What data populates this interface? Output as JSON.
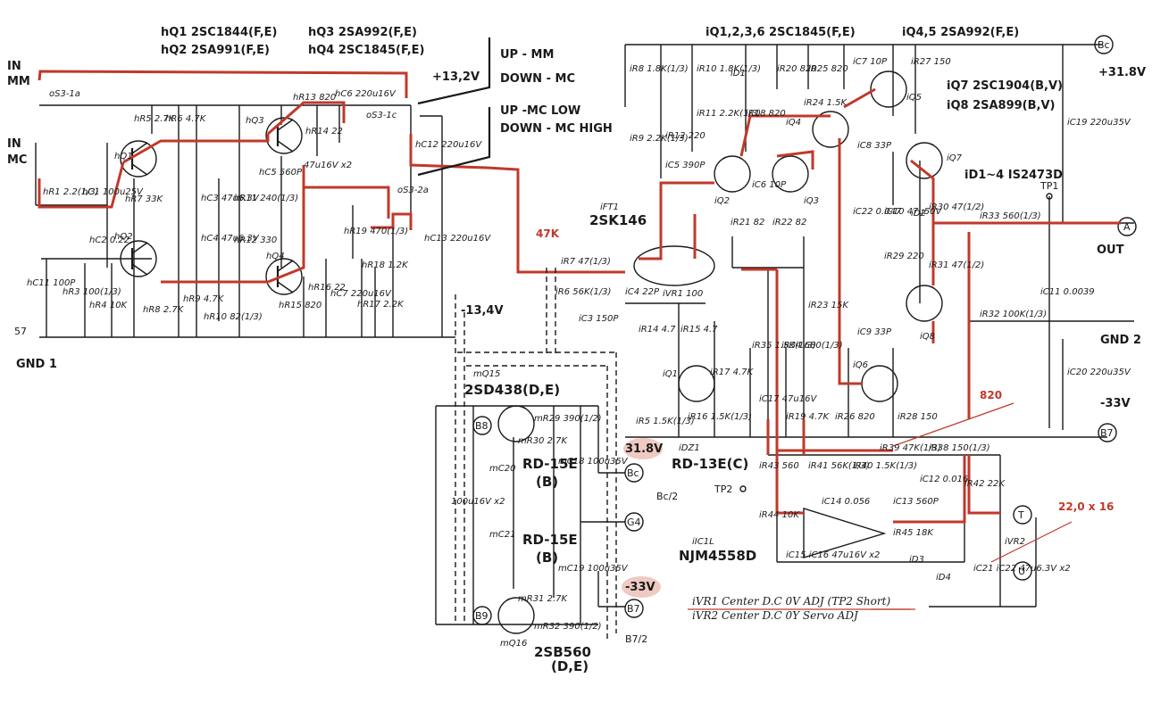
{
  "inputs": {
    "in_mm": "IN\nMM",
    "in_mm_1": "IN",
    "in_mm_2": "MM",
    "in_mc_1": "IN",
    "in_mc_2": "MC",
    "gnd1": "GND 1",
    "gnd_num": "57"
  },
  "switch_notes": {
    "line1": "UP - MM",
    "line2": "DOWN - MC",
    "line3": "UP -MC LOW",
    "line4": "DOWN - MC HIGH"
  },
  "header_left": {
    "q1": "hQ1 2SC1844(F,E)",
    "q2": "hQ2 2SA991(F,E)",
    "q3": "hQ3 2SA992(F,E)",
    "q4": "hQ4 2SC1845(F,E)"
  },
  "header_right": {
    "q1236": "iQ1,2,3,6 2SC1845(F,E)",
    "q45": "iQ4,5 2SA992(F,E)",
    "q7": "iQ7 2SC1904(B,V)",
    "q8": "iQ8 2SA899(B,V)",
    "d14": "iD1~4 IS2473D"
  },
  "rails": {
    "v_plus_13": "+13,2V",
    "v_minus_13": "-13,4V",
    "v_plus_31": "+31.8V",
    "v_minus_33": "-33V",
    "v_31_8": "31.8V",
    "v_33": "-33V"
  },
  "labels": {
    "out": "OUT",
    "gnd2": "GND 2",
    "fet": "iFT1",
    "fet_part": "2SK146",
    "res_47k": "47K",
    "res_820": "820",
    "cap_22x16": "22,0 x 16",
    "tp1": "TP1",
    "tp2": "TP2",
    "node_a": "A",
    "node_t": "T",
    "node_u": "U",
    "node_bc": "Bc",
    "node_b7": "B7",
    "node_b8": "B8",
    "node_b9": "B9",
    "node_g4": "G4",
    "node_bc2": "Bc/2",
    "node_b72": "B7/2"
  },
  "lower_left": {
    "mq15": "mQ15",
    "q15_part": "2SD438(D,E)",
    "mq16": "mQ16",
    "q16_part": "2SB560",
    "q16_grade": "(D,E)",
    "dz2": "RD-15E",
    "dz2_b": "(B)",
    "dz3": "RD-15E",
    "dz3_b": "(B)",
    "r29": "mR29 390(1/2)",
    "r30": "mR30 2.7K",
    "r31": "mR31 2.7K",
    "r32": "mR32 390(1/2)",
    "c18": "mC18 100u35V",
    "c19": "mC19 100u35V",
    "c20": "mC20",
    "c21": "mC21",
    "cap_pair": "100u16V x2"
  },
  "lower_right": {
    "dz1": "iDZ1",
    "dz1_part": "RD-13E(C)",
    "ic": "iIC1L",
    "ic_part": "NJM4558D",
    "vr1_note": "iVR1 Center D.C 0V ADJ (TP2 Short)",
    "vr2_note": "iVR2 Center D.C 0Y Servo ADJ"
  },
  "components": {
    "r1": "hR1 2.2(1/3)",
    "c1": "hC1 100u25V",
    "c2": "hC2 0.22",
    "c11": "hC11 100P",
    "r3": "hR3 100(1/3)",
    "r4": "hR4 10K",
    "r5": "hR5 2.7K",
    "r6": "hR6 4.7K",
    "r7": "hR7 33K",
    "r8": "hR8 2.7K",
    "r9": "hR9 4.7K",
    "r10": "hR10 82(1/3)",
    "c3": "hC3 47u6.3V",
    "c4": "hC4 47u6.3V",
    "r11": "hR11 240(1/3)",
    "r12": "hR12 330",
    "r13": "hR13 820",
    "r14": "hR14 22",
    "r15": "hR15 820",
    "r16": "hR16 22",
    "c5": "hC5 560P",
    "c6": "hC6 220u16V",
    "c7": "hC7 220u16V",
    "c9c10": "47u16V x2",
    "r17": "hR17 2.2K",
    "r18": "hR18 1.2K",
    "r19": "hR19 470(1/3)",
    "c12": "hC12 220u16V",
    "c13": "hC13 220u16V",
    "ir7": "iR7 47(1/3)",
    "ir6": "iR6 56K(1/3)",
    "ic3": "iC3 150P",
    "ic4": "iC4 22P",
    "ivr1": "iVR1 100",
    "ir14": "iR14 4.7",
    "ir15": "iR15 4.7",
    "ir12": "iR12 220",
    "ic5": "iC5 390P",
    "ic6": "iC6 10P",
    "ir21": "iR21 82",
    "ir22": "iR22 82",
    "ir8": "iR8 1.8K(1/3)",
    "ir9": "iR9 2.2K(1/3)",
    "ir10": "iR10 1.8K(1/3)",
    "ir11": "iR11 2.2K(1/3)",
    "ir18": "iR18 820",
    "ir20": "iR20 820",
    "ir25": "iR25 820",
    "ir24": "iR24 1.5K",
    "ic7": "iC7 10P",
    "ir27": "iR27 150",
    "ic8": "iC8 33P",
    "ic22": "iC22 0.047",
    "ic10": "iC10 47u50V",
    "ir29": "iR29 220",
    "ir30": "iR30 47(1/2)",
    "ir31": "iR31 47(1/2)",
    "ic9": "iC9 33P",
    "ir26": "iR26 820",
    "ir28": "iR28 150",
    "ir23": "iR23 15K",
    "ir33": "iR33 560(1/3)",
    "ic11": "iC11 0.0039",
    "ir32": "iR32 100K(1/3)",
    "ic19": "iC19 220u35V",
    "ic20": "iC20 220u35V",
    "ir5": "iR5 1.5K(1/3)",
    "ir16": "iR16 1.5K(1/3)",
    "ir17": "iR17 4.7K",
    "ir19": "iR19 4.7K",
    "ic17": "iC17 47u16V",
    "ir35": "iR35 1.5K(1/3)",
    "ir34": "iR34 680(1/3)",
    "ir41": "iR41 56K(1/3)",
    "ir40": "iR40 1.5K(1/3)",
    "ir39": "iR39 47K(1/3)",
    "ir38": "iR38 150(1/3)",
    "ic12": "iC12 0.016",
    "ic14": "iC14 0.056",
    "ic13": "iC13 560P",
    "ir42": "iR42 22K",
    "ir43": "iR43 560",
    "ir44": "iR44 10K",
    "ir45": "iR45 18K",
    "ic15c16": "iC15 iC16 47u16V x2",
    "ic21c22": "iC21 iC22 47u6.3V x2",
    "ivr2": "iVR2",
    "id3": "iD3",
    "id4": "iD4",
    "id1": "iD1",
    "id2": "iD2",
    "os3_1a": "oS3-1a",
    "os3_1c": "oS3-1c",
    "os3_2a": "oS3-2a",
    "q_h1": "hQ1",
    "q_h2": "hQ2",
    "q_h3": "hQ3",
    "q_h4": "hQ4",
    "q_i1": "iQ1",
    "q_i2": "iQ2",
    "q_i3": "iQ3",
    "q_i4": "iQ4",
    "q_i5": "iQ5",
    "q_i6": "iQ6",
    "q_i7": "iQ7",
    "q_i8": "iQ8"
  },
  "colors": {
    "ink": "#1a1a1a",
    "highlight": "#c0392b",
    "paper": "#ffffff"
  }
}
